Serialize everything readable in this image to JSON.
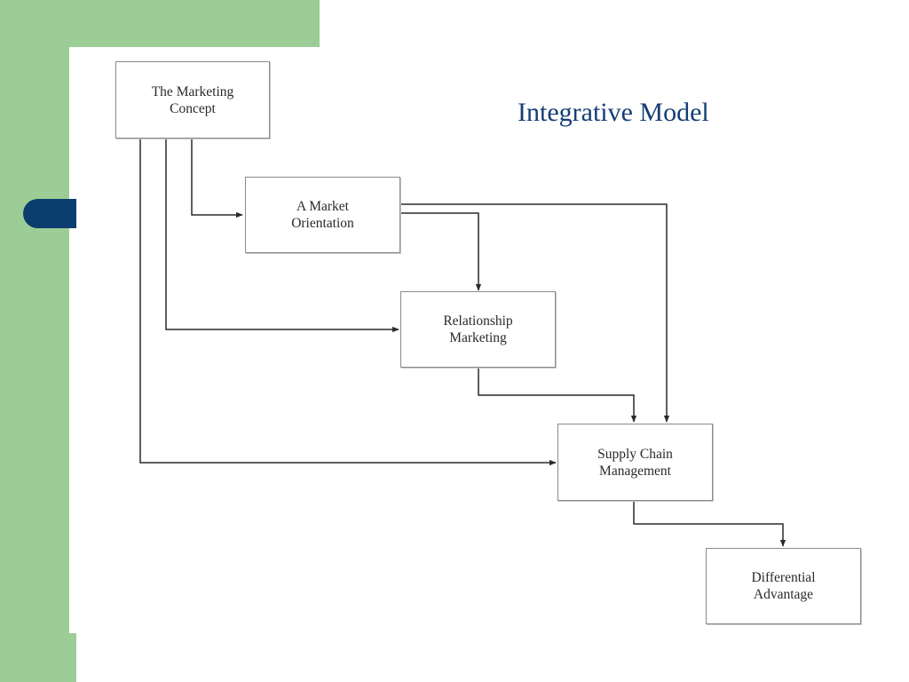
{
  "slide": {
    "title": "Integrative Model"
  },
  "diagram": {
    "nodes": [
      {
        "id": "marketing-concept",
        "lines": [
          "The Marketing",
          "Concept"
        ]
      },
      {
        "id": "market-orientation",
        "lines": [
          "A Market",
          "Orientation"
        ]
      },
      {
        "id": "relationship-marketing",
        "lines": [
          "Relationship",
          "Marketing"
        ]
      },
      {
        "id": "supply-chain-management",
        "lines": [
          "Supply Chain",
          "Management"
        ]
      },
      {
        "id": "differential-advantage",
        "lines": [
          "Differential",
          "Advantage"
        ]
      }
    ],
    "edges": [
      {
        "from": "marketing-concept",
        "to": "market-orientation"
      },
      {
        "from": "marketing-concept",
        "to": "relationship-marketing"
      },
      {
        "from": "marketing-concept",
        "to": "supply-chain-management"
      },
      {
        "from": "market-orientation",
        "to": "relationship-marketing"
      },
      {
        "from": "market-orientation",
        "to": "supply-chain-management"
      },
      {
        "from": "relationship-marketing",
        "to": "supply-chain-management"
      },
      {
        "from": "supply-chain-management",
        "to": "differential-advantage"
      }
    ]
  },
  "colors": {
    "theme_green": "#9dcd96",
    "accent_navy": "#0b3d6e",
    "title_blue": "#153e75",
    "connector": "#2a2a2a"
  }
}
